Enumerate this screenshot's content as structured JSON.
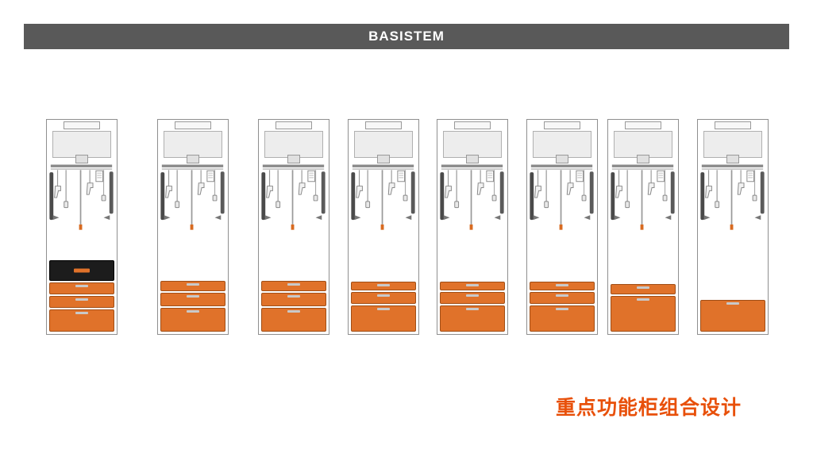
{
  "header": {
    "title": "BASISTEM",
    "background_color": "#595959",
    "text_color": "#FFFFFF"
  },
  "caption": {
    "text": "重点功能柜组合设计",
    "color": "#E8500A"
  },
  "colors": {
    "drawer_orange": "#E0722A",
    "drawer_dark": "#1C1C1C",
    "cabinet_outline": "#8F8F8F",
    "tool_tip_orange": "#D86A20"
  },
  "cabinets": [
    {
      "id": "cabinet-1",
      "drawers": [
        {
          "type": "dark",
          "height": 26
        },
        {
          "type": "orange",
          "height": 15
        },
        {
          "type": "orange",
          "height": 15
        },
        {
          "type": "orange",
          "height": 28
        }
      ]
    },
    {
      "id": "cabinet-2",
      "drawers": [
        {
          "type": "orange",
          "height": 13
        },
        {
          "type": "orange",
          "height": 17
        },
        {
          "type": "orange",
          "height": 30
        }
      ]
    },
    {
      "id": "cabinet-3",
      "drawers": [
        {
          "type": "orange",
          "height": 13
        },
        {
          "type": "orange",
          "height": 17
        },
        {
          "type": "orange",
          "height": 30
        }
      ]
    },
    {
      "id": "cabinet-4",
      "drawers": [
        {
          "type": "orange",
          "height": 11
        },
        {
          "type": "orange",
          "height": 15
        },
        {
          "type": "orange",
          "height": 33
        }
      ]
    },
    {
      "id": "cabinet-5",
      "drawers": [
        {
          "type": "orange",
          "height": 11
        },
        {
          "type": "orange",
          "height": 15
        },
        {
          "type": "orange",
          "height": 33
        }
      ]
    },
    {
      "id": "cabinet-6",
      "drawers": [
        {
          "type": "orange",
          "height": 11
        },
        {
          "type": "orange",
          "height": 15
        },
        {
          "type": "orange",
          "height": 33
        }
      ]
    },
    {
      "id": "cabinet-7",
      "drawers": [
        {
          "type": "orange",
          "height": 13
        },
        {
          "type": "orange",
          "height": 45
        }
      ]
    },
    {
      "id": "cabinet-8",
      "drawers": [
        {
          "type": "orange",
          "height": 40
        }
      ]
    }
  ]
}
